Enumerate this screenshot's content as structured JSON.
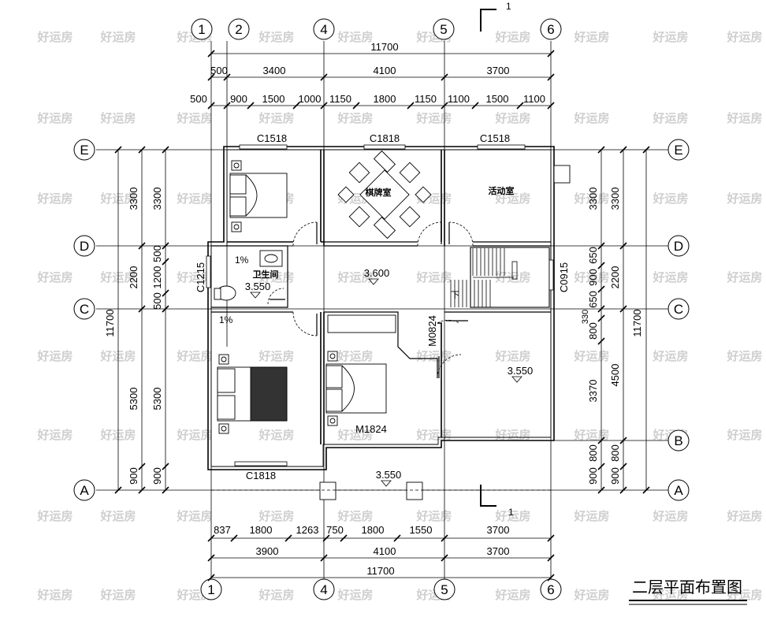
{
  "title": "二层平面布置图",
  "section_mark": "1",
  "watermark": "好运房",
  "axes": {
    "v_1": "1",
    "v_2": "2",
    "v_4": "4",
    "v_5": "5",
    "v_6": "6",
    "h_E": "E",
    "h_D": "D",
    "h_C": "C",
    "h_B": "B",
    "h_A": "A"
  },
  "dims_top": {
    "total": "11700",
    "r2": [
      "500",
      "3400",
      "4100",
      "3700"
    ],
    "r3": [
      "500",
      "900",
      "1500",
      "1000",
      "1150",
      "1800",
      "1150",
      "1100",
      "1500",
      "1100"
    ]
  },
  "dims_bottom": {
    "r1": [
      "837",
      "1800",
      "1263",
      "750",
      "1800",
      "1550",
      "3700"
    ],
    "r2": [
      "3900",
      "4100",
      "3700"
    ],
    "total": "11700"
  },
  "dims_left": {
    "total": "11700",
    "outer": [
      "3300",
      "2200",
      "5300",
      "900"
    ],
    "inner": [
      "3300",
      "500",
      "1200",
      "500",
      "5300",
      "900"
    ]
  },
  "dims_right": {
    "total": "11700",
    "outer": [
      "3300",
      "2200",
      "4500",
      "800",
      "900"
    ],
    "inner": [
      "3300",
      "650",
      "900",
      "650",
      "330",
      "800",
      "3370",
      "800",
      "900"
    ]
  },
  "windows": {
    "c1518_top_left": "C1518",
    "c1818_top": "C1818",
    "c1518_top_right": "C1518",
    "c1215": "C1215",
    "c0915": "C0915",
    "c1818_bottom": "C1818",
    "m0824": "M0824",
    "m1824": "M1824"
  },
  "rooms": {
    "bathroom": "卫生间",
    "mahjong": "棋牌室",
    "activity": "活动室"
  },
  "elevations": {
    "bath": "3.550",
    "hall": "3.600",
    "right": "3.550",
    "porch": "3.550"
  },
  "slopes": {
    "bath_a": "1%",
    "bath_b": "1%"
  },
  "stair_down": "下"
}
